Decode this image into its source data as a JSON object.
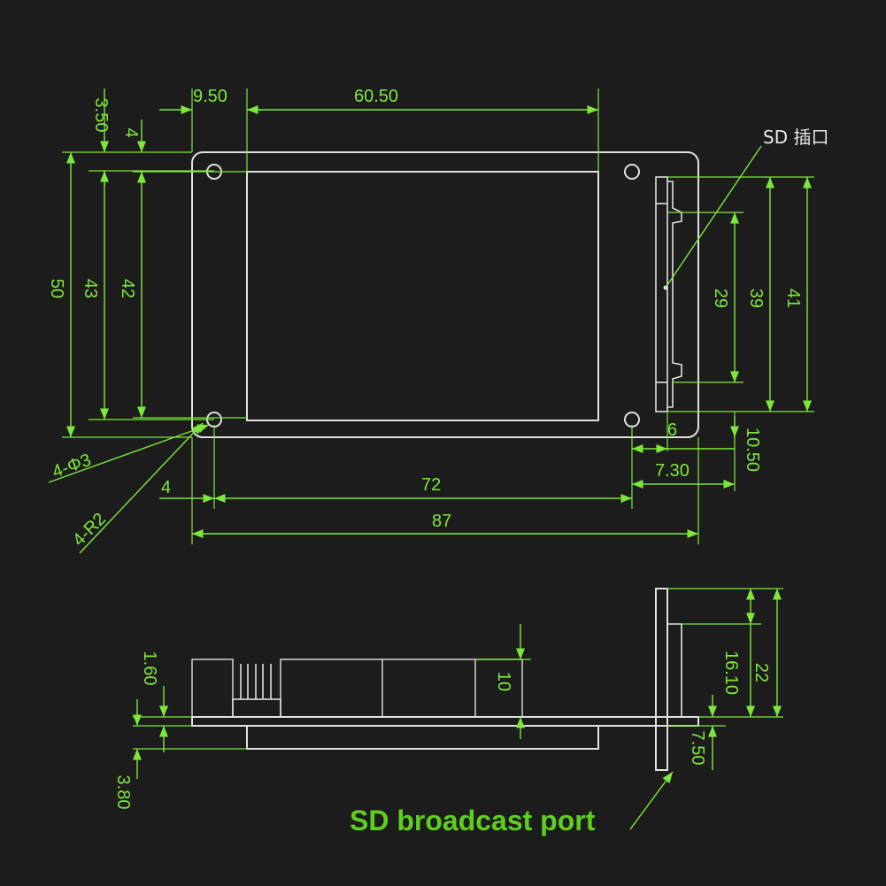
{
  "dimensions": {
    "top_left_width": "9.50",
    "top_main_width": "60.50",
    "top_left_3_50": "3.50",
    "top_left_4": "4",
    "height_50": "50",
    "height_43": "43",
    "height_42": "42",
    "right_29": "29",
    "right_39": "39",
    "right_41": "41",
    "right_6": "6",
    "right_10_50": "10.50",
    "right_7_30": "7.30",
    "bottom_4": "4",
    "bottom_72": "72",
    "bottom_87": "87",
    "hole_diameter": "4-Φ3",
    "corner_radius": "4-R2",
    "side_1_60": "1.60",
    "side_10": "10",
    "side_3_80": "3.80",
    "side_16_10": "16.10",
    "side_22": "22",
    "side_7_50": "7.50"
  },
  "labels": {
    "sd_slot_cn": "SD 插口",
    "sd_port_en": "SD broadcast port"
  },
  "colors": {
    "background": "#1c1c1c",
    "outline": "#e0e0e0",
    "dimension": "#7ee83a",
    "callout": "#5fcf1e"
  }
}
